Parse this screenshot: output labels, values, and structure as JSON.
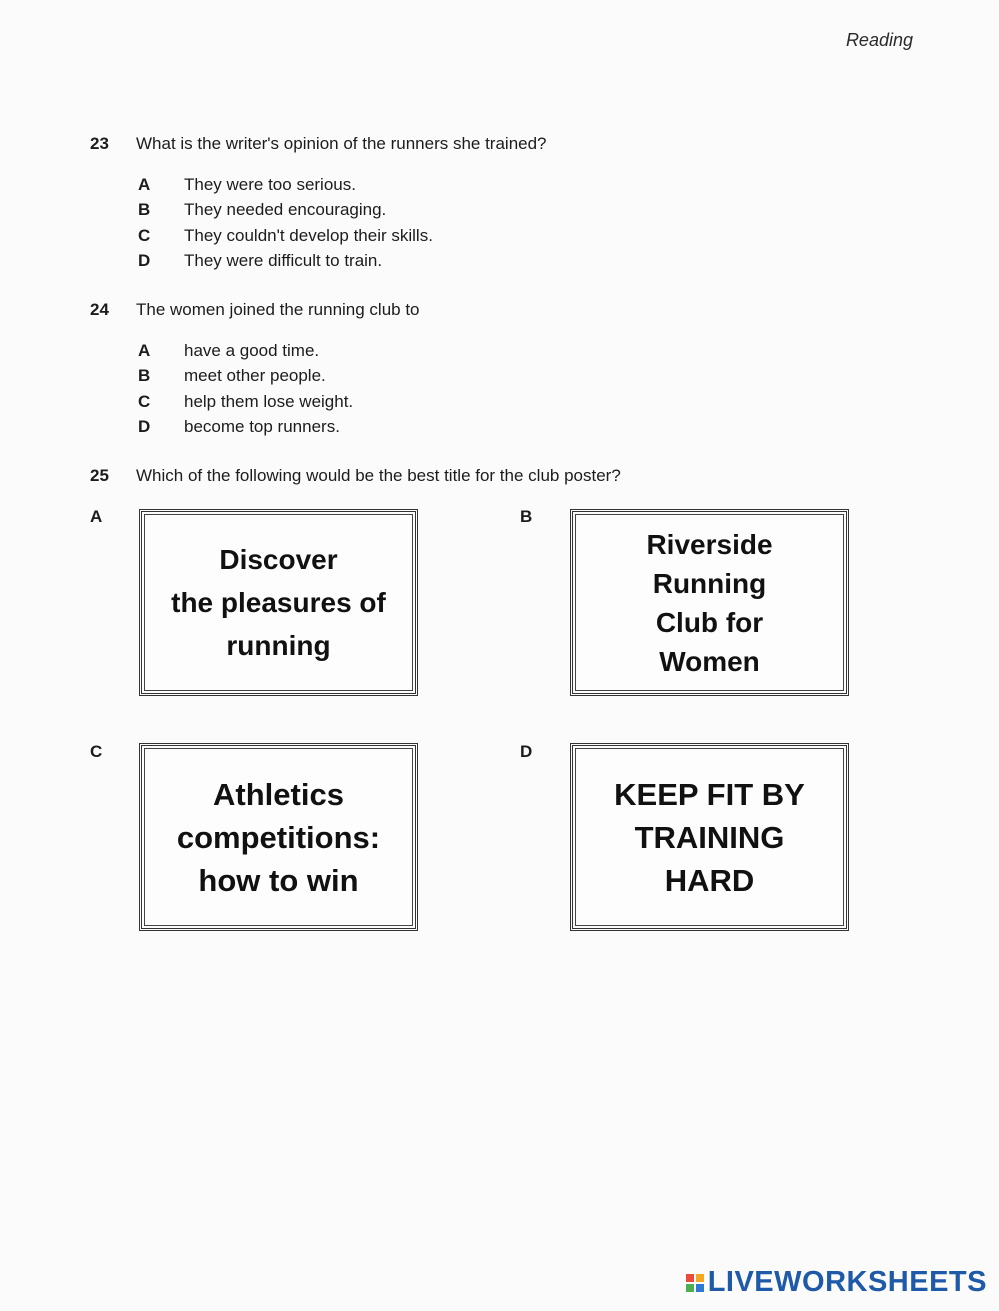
{
  "section_title": "Reading",
  "questions": [
    {
      "number": "23",
      "text": "What is the writer's opinion of the runners she trained?",
      "options": [
        {
          "letter": "A",
          "text": "They were too serious."
        },
        {
          "letter": "B",
          "text": "They needed encouraging."
        },
        {
          "letter": "C",
          "text": "They couldn't develop their skills."
        },
        {
          "letter": "D",
          "text": "They were difficult to train."
        }
      ]
    },
    {
      "number": "24",
      "text": "The women joined the running club to",
      "options": [
        {
          "letter": "A",
          "text": "have a good time."
        },
        {
          "letter": "B",
          "text": "meet other people."
        },
        {
          "letter": "C",
          "text": "help them lose weight."
        },
        {
          "letter": "D",
          "text": "become top runners."
        }
      ]
    },
    {
      "number": "25",
      "text": "Which of the following would be the best title for the club poster?"
    }
  ],
  "posters": [
    {
      "letter": "A",
      "text": "Discover\nthe pleasures of\nrunning"
    },
    {
      "letter": "B",
      "text": "Riverside\nRunning\nClub for\nWomen"
    },
    {
      "letter": "C",
      "text": "Athletics\ncompetitions:\nhow to win"
    },
    {
      "letter": "D",
      "text": "KEEP FIT BY\nTRAINING\nHARD"
    }
  ],
  "footer": {
    "logo_text": "LIVEWORKSHEETS",
    "logo_colors": [
      "#e94b3c",
      "#f5a623",
      "#4caf50",
      "#2b7bd4"
    ]
  }
}
